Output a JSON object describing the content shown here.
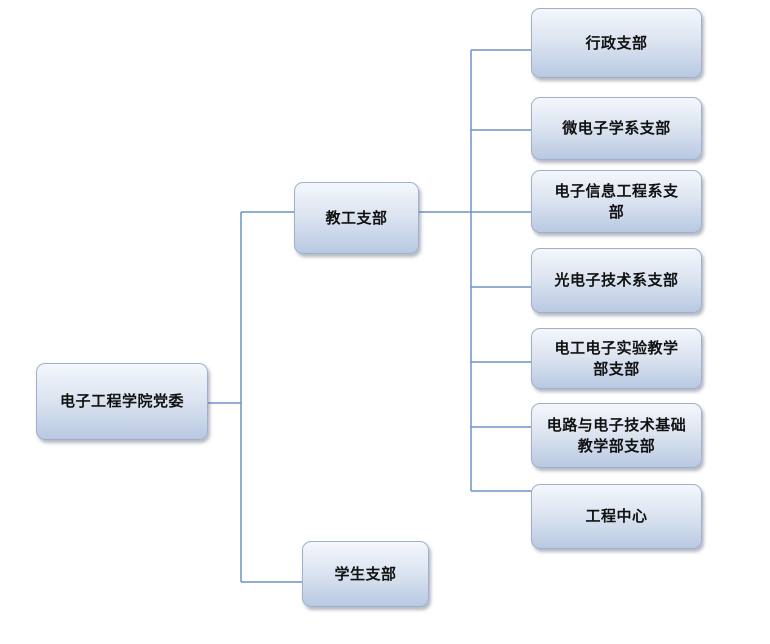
{
  "org_chart": {
    "root": {
      "label": "电子工程学院党委"
    },
    "level1": [
      {
        "id": "faculty",
        "label": "教工支部"
      },
      {
        "id": "students",
        "label": "学生支部"
      }
    ],
    "faculty_branches": [
      {
        "label": "行政支部"
      },
      {
        "label": "微电子学系支部"
      },
      {
        "label": "电子信息工程系支部"
      },
      {
        "label": "光电子技术系支部"
      },
      {
        "label": "电工电子实验教学部支部"
      },
      {
        "label": "电路与电子技术基础教学部支部"
      },
      {
        "label": "工程中心"
      }
    ],
    "colors": {
      "connector": "#6e93c6",
      "box_border": "#9eb0cc",
      "box_top": "#f4f7fc",
      "box_bottom": "#b9c9e2",
      "text": "#111111"
    }
  }
}
